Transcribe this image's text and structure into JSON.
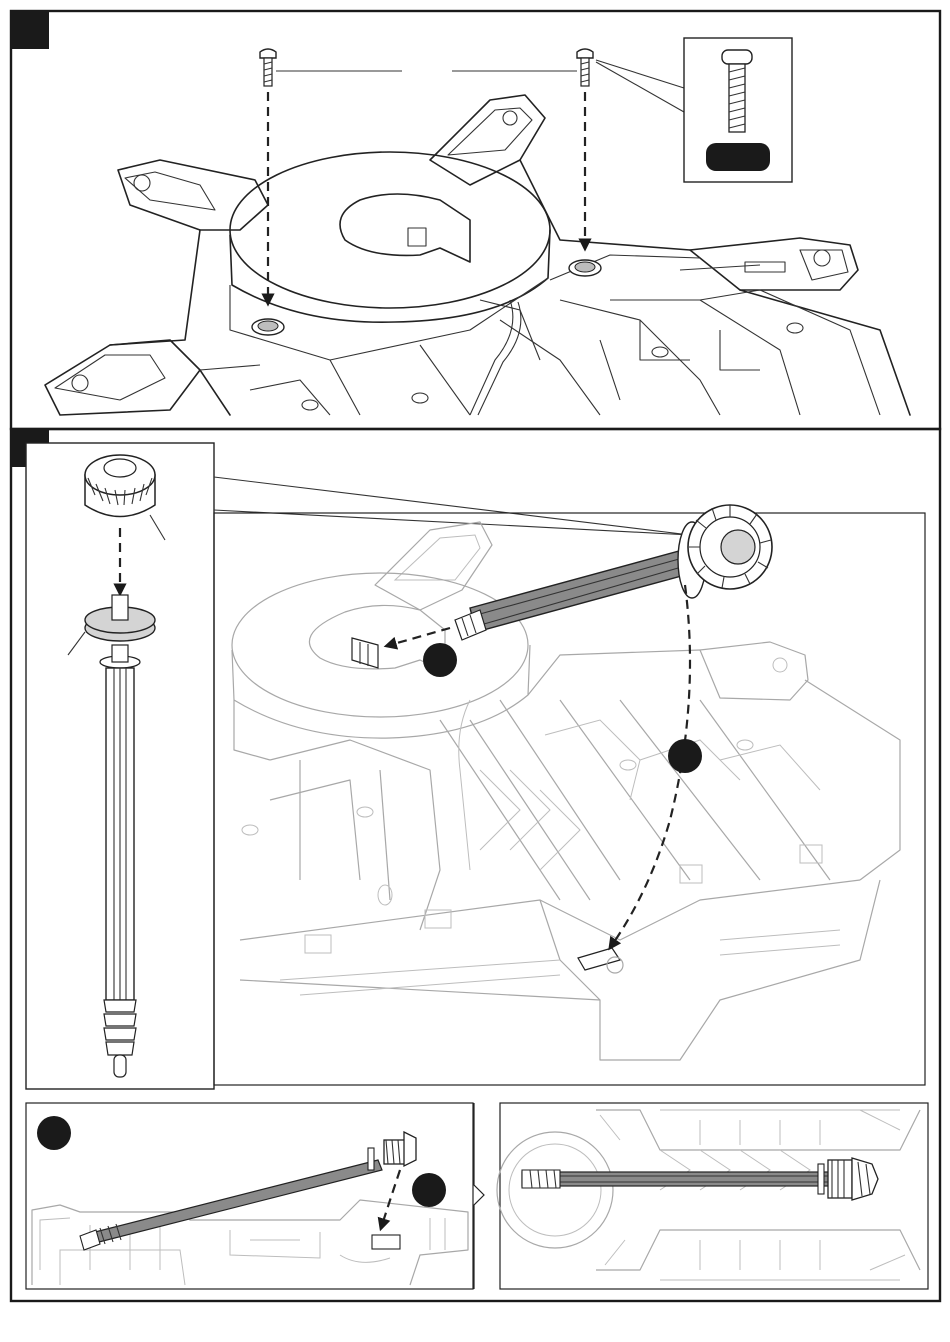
{
  "figure": {
    "steps": [
      {
        "id": "step-1",
        "badge_color": "#1a1a1a"
      },
      {
        "id": "step-2",
        "badge_color": "#1a1a1a"
      }
    ],
    "callout_markers": [
      {
        "id": "marker-a",
        "color": "#1a1a1a"
      },
      {
        "id": "marker-b",
        "color": "#1a1a1a"
      },
      {
        "id": "marker-c",
        "color": "#1a1a1a"
      },
      {
        "id": "marker-d",
        "color": "#1a1a1a"
      }
    ],
    "screw_label_color": "#1a1a1a",
    "line_color": "#222222",
    "ghost_line_color": "#a8a8a8",
    "shaded_color": "#d4d4d4",
    "icons": [
      "screw-icon",
      "gear-knob-icon",
      "drive-shaft-icon",
      "arrow-down-icon",
      "chevron-right-icon"
    ]
  }
}
